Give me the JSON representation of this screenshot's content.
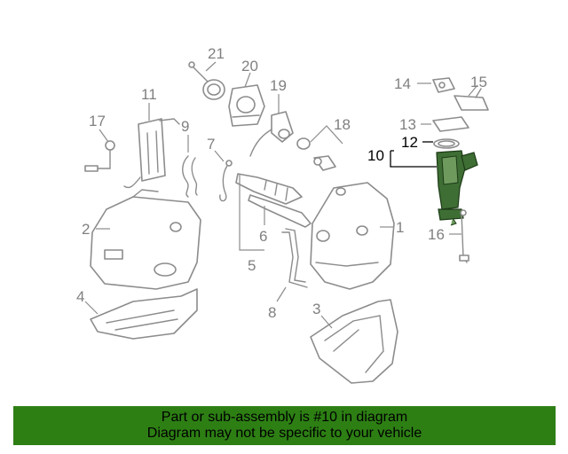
{
  "diagram": {
    "callouts": [
      {
        "id": "c1",
        "text": "1"
      },
      {
        "id": "c2",
        "text": "2"
      },
      {
        "id": "c3",
        "text": "3"
      },
      {
        "id": "c4",
        "text": "4"
      },
      {
        "id": "c5",
        "text": "5"
      },
      {
        "id": "c6",
        "text": "6"
      },
      {
        "id": "c7",
        "text": "7"
      },
      {
        "id": "c8",
        "text": "8"
      },
      {
        "id": "c9",
        "text": "9"
      },
      {
        "id": "c10",
        "text": "10"
      },
      {
        "id": "c11",
        "text": "11"
      },
      {
        "id": "c12",
        "text": "12"
      },
      {
        "id": "c13",
        "text": "13"
      },
      {
        "id": "c14",
        "text": "14"
      },
      {
        "id": "c15",
        "text": "15"
      },
      {
        "id": "c16",
        "text": "16"
      },
      {
        "id": "c17",
        "text": "17"
      },
      {
        "id": "c18",
        "text": "18"
      },
      {
        "id": "c19",
        "text": "19"
      },
      {
        "id": "c20",
        "text": "20"
      },
      {
        "id": "c21",
        "text": "21"
      }
    ],
    "highlight_color": "#3e6e34",
    "line_color": "#8c8c8c"
  },
  "banner": {
    "line1": "Part or sub-assembly is #10 in diagram",
    "line2": "Diagram may not be specific to your vehicle",
    "color": "#2d7f14"
  }
}
